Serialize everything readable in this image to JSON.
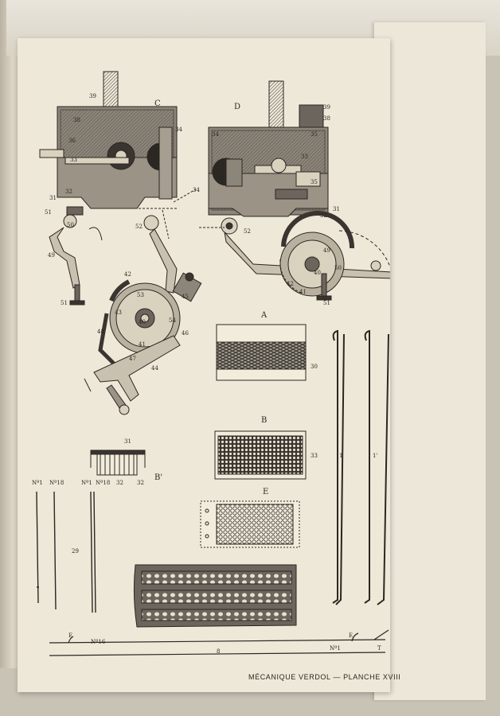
{
  "caption": "MÉCANIQUE VERDOL — PLANCHE XVIII",
  "figure_labels": {
    "C": "C",
    "D": "D",
    "A": "A",
    "B": "B",
    "B1": "B'",
    "E": "E"
  },
  "callouts": {
    "fig_c": [
      "39",
      "38",
      "36",
      "33",
      "31",
      "32",
      "34",
      "34",
      "52",
      "51",
      "50",
      "49",
      "51",
      "42",
      "45",
      "53",
      "43",
      "48",
      "54",
      "47",
      "46",
      "44",
      "41",
      "40"
    ],
    "fig_d": [
      "39",
      "38",
      "34",
      "35",
      "33",
      "35",
      "31",
      "32",
      "52",
      "49",
      "42",
      "41",
      "40",
      "51",
      "50"
    ],
    "side": [
      "30",
      "33",
      "31",
      "32",
      "1",
      "1'"
    ],
    "needles": [
      "Nº1",
      "Nº18",
      "Nº1",
      "Nº18",
      "29",
      "32"
    ],
    "bar": [
      "E",
      "Nº16",
      "8",
      "Nº1",
      "E",
      "T"
    ]
  }
}
